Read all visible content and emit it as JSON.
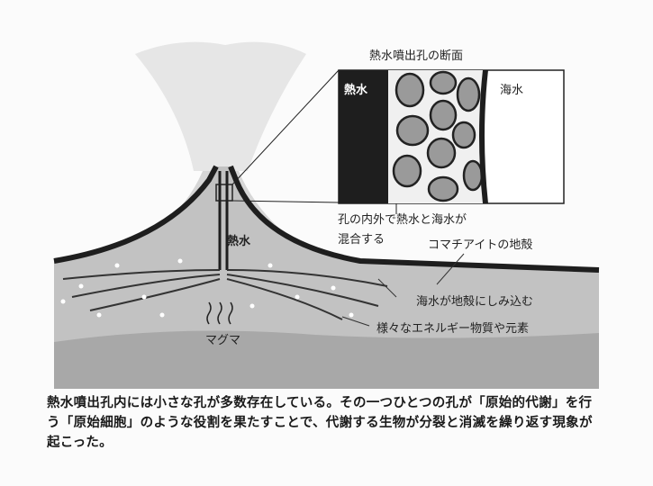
{
  "diagram": {
    "inset_title": "熱水噴出孔の断面",
    "inset_hot_water": "熱水",
    "inset_sea_water": "海水",
    "label_mixing_line1": "孔の内外で熱水と海水が",
    "label_mixing_line2": "混合する",
    "label_hot_water": "熱水",
    "label_crust": "コマチアイトの地殻",
    "label_seep": "海水が地殻にしみ込む",
    "label_elements": "様々なエネルギー物質や元素",
    "label_magma": "マグマ"
  },
  "caption": "熱水噴出孔内には小さな孔が多数存在している。その一つひとつの孔が「原始的代謝」を行う「原始細胞」のような役割を果たすことで、代謝する生物が分裂と消滅を繰り返す現象が起こった。",
  "colors": {
    "crust": "#bdbdbd",
    "magma": "#a4a4a4",
    "outline": "#1e1e1e",
    "plume": "#d8d8d8"
  }
}
